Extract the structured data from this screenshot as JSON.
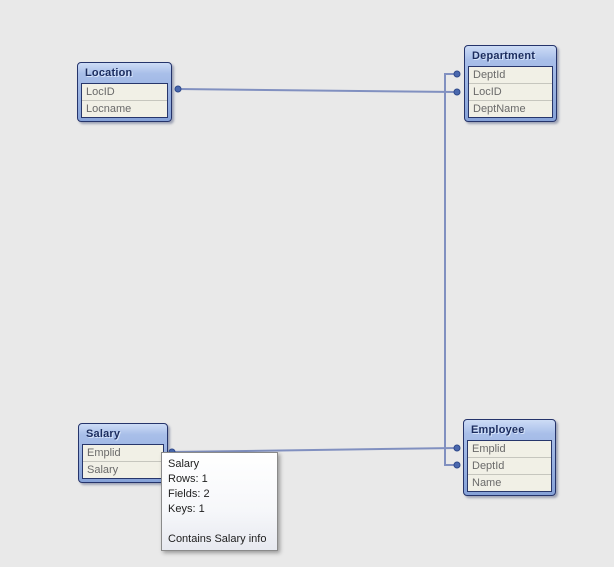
{
  "diagram": {
    "tables": [
      {
        "name": "Location",
        "fields": [
          "LocID",
          "Locname"
        ]
      },
      {
        "name": "Department",
        "fields": [
          "DeptId",
          "LocID",
          "DeptName"
        ]
      },
      {
        "name": "Salary",
        "fields": [
          "Emplid",
          "Salary"
        ]
      },
      {
        "name": "Employee",
        "fields": [
          "Emplid",
          "DeptId",
          "Name"
        ]
      }
    ],
    "connections": [
      {
        "from": "Location.LocID",
        "to": "Department.LocID"
      },
      {
        "from": "Department.DeptId",
        "to": "Employee.DeptId"
      },
      {
        "from": "Salary.Emplid",
        "to": "Employee.Emplid"
      }
    ]
  },
  "tooltip": {
    "title": "Salary",
    "rows_label": "Rows: 1",
    "fields_label": "Fields: 2",
    "keys_label": "Keys: 1",
    "comment": "Contains Salary info"
  },
  "colors": {
    "background": "#e9e9e9",
    "table_header_gradient_top": "#cddcf6",
    "table_header_gradient_bottom": "#86a2d8",
    "table_border": "#25346b",
    "table_body_background": "#f1f0e6",
    "field_text": "#6a6a6a",
    "header_text": "#1b2c5e",
    "connector_line": "#8190c0",
    "connector_dot": "#4a68ae"
  }
}
